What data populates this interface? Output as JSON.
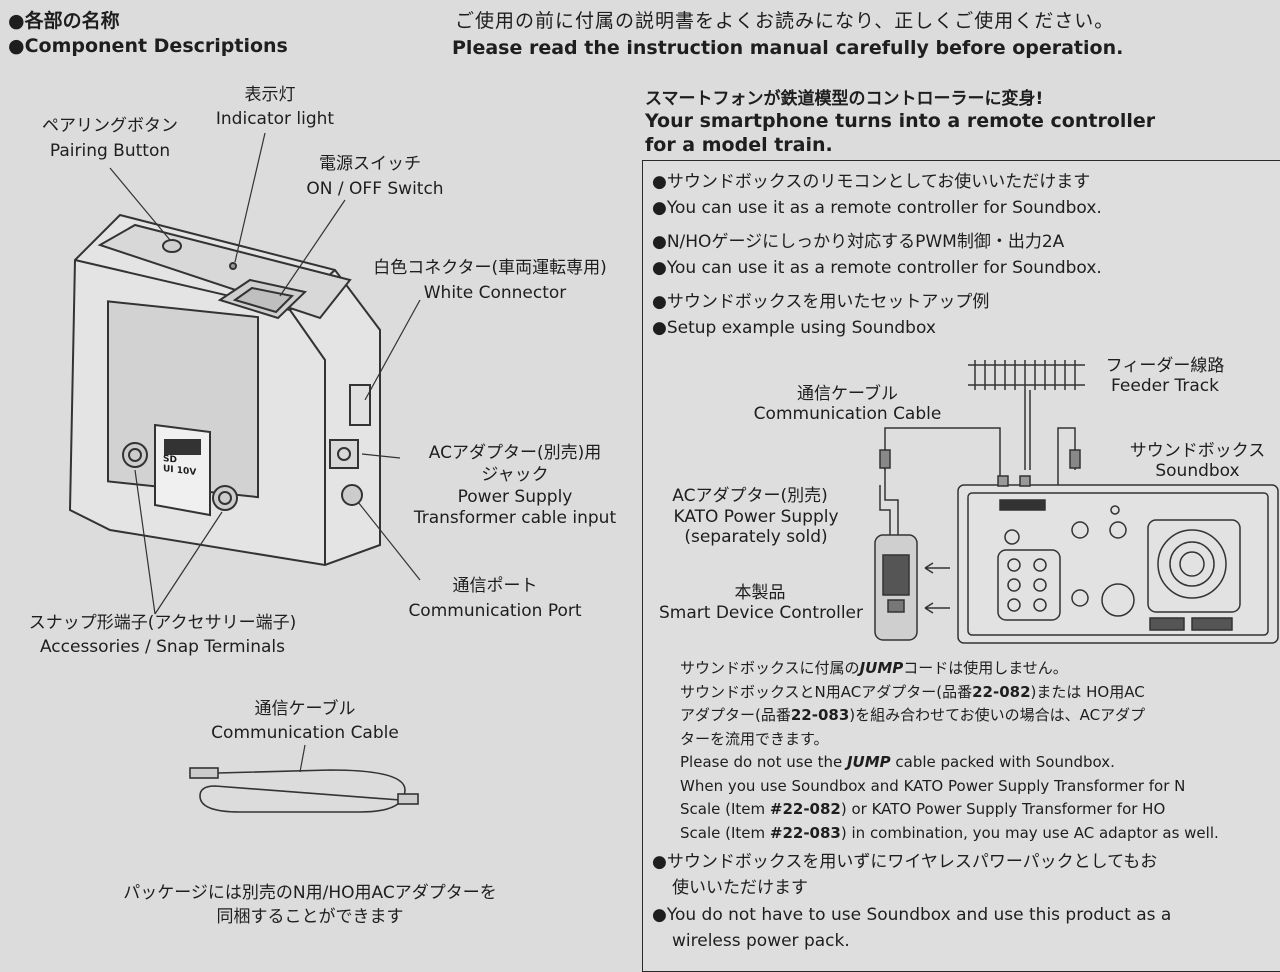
{
  "header": {
    "section_jp": "●各部の名称",
    "section_en": "●Component Descriptions",
    "notice_jp": "ご使用の前に付属の説明書をよくお読みになり、正しくご使用ください。",
    "notice_en": "Please read the instruction manual carefully before operation."
  },
  "tagline": {
    "jp": "スマートフォンが鉄道模型のコントローラーに変身!",
    "en_line1": "Your smartphone turns into a remote controller",
    "en_line2": "for a model train."
  },
  "device_labels": {
    "indicator_jp": "表示灯",
    "indicator_en": "Indicator light",
    "pairing_jp": "ペアリングボタン",
    "pairing_en": "Pairing Button",
    "power_jp": "電源スイッチ",
    "power_en": "ON / OFF Switch",
    "white_conn_jp": "白色コネクター(車両運転専用)",
    "white_conn_en": "White Connector",
    "ac_jack_jp1": "ACアダプター(別売)用",
    "ac_jack_jp2": "ジャック",
    "ac_jack_en1": "Power Supply",
    "ac_jack_en2": "Transformer cable input",
    "comm_port_jp": "通信ポート",
    "comm_port_en": "Communication Port",
    "snap_jp": "スナップ形端子(アクセサリー端子)",
    "snap_en": "Accessories / Snap Terminals",
    "cable_jp": "通信ケーブル",
    "cable_en": "Communication Cable",
    "package_jp1": "パッケージには別売のN用/HO用ACアダプターを",
    "package_jp2": "同梱することができます"
  },
  "features": {
    "f1_jp": "●サウンドボックスのリモコンとしてお使いいただけます",
    "f1_en": "●You can use it as a remote controller for Soundbox.",
    "f2_jp": "●N/HOゲージにしっかり対応するPWM制御・出力2A",
    "f2_en": "●You can use it as a remote controller for Soundbox.",
    "f3_jp": "●サウンドボックスを用いたセットアップ例",
    "f3_en": "●Setup example using Soundbox",
    "f4_jp1": "●サウンドボックスを用いずにワイヤレスパワーパックとしてもお",
    "f4_jp2": "使いいただけます",
    "f4_en1": "●You do not have to use Soundbox and use this product as a",
    "f4_en2": "wireless power pack."
  },
  "setup_labels": {
    "feeder_jp": "フィーダー線路",
    "feeder_en": "Feeder Track",
    "cable_jp": "通信ケーブル",
    "cable_en": "Communication Cable",
    "soundbox_jp": "サウンドボックス",
    "soundbox_en": "Soundbox",
    "ac_jp": "ACアダプター(別売)",
    "ac_en1": "KATO Power Supply",
    "ac_en2": "(separately sold)",
    "product_jp": "本製品",
    "product_en": "Smart Device Controller"
  },
  "notes": {
    "jp1_pre": "サウンドボックスに付属の",
    "jp1_b": "JUMP",
    "jp1_post": "コードは使用しません。",
    "jp2_pre": "サウンドボックスとN用ACアダプター(品番",
    "jp2_b": "22-082",
    "jp2_post": ")または HO用AC",
    "jp3_pre": "アダプター(品番",
    "jp3_b": "22-083",
    "jp3_post": ")を組み合わせてお使いの場合は、ACアダプ",
    "jp4": "ターを流用できます。",
    "en1_pre": "Please do not use the ",
    "en1_b": "JUMP",
    "en1_post": " cable packed with Soundbox.",
    "en2": "When you use Soundbox and KATO Power Supply Transformer for N",
    "en3_pre": "Scale (Item ",
    "en3_b": "#22-082",
    "en3_post": ") or KATO Power Supply Transformer for HO",
    "en4_pre": "Scale (Item ",
    "en4_b": "#22-083",
    "en4_post": ") in combination, you may use AC adaptor as well."
  },
  "device_face": {
    "text1": "SD",
    "text2": "UI 10V"
  }
}
